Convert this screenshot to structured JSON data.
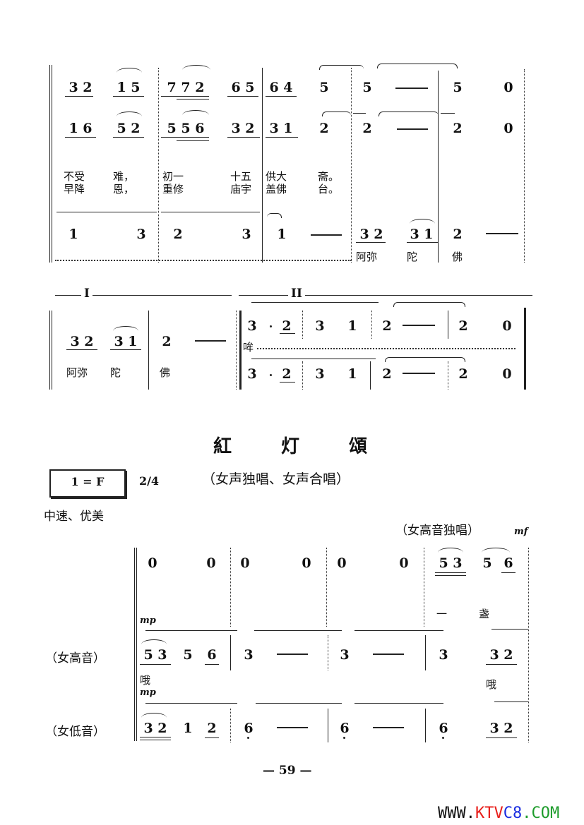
{
  "system1": {
    "row1": [
      "3 2",
      "1 5",
      "7 7 2",
      "6 5",
      "6 4",
      "5",
      "5",
      "—",
      "5",
      "0"
    ],
    "row2": [
      "1 6",
      "5 2",
      "5 5 6",
      "3 2",
      "3 1",
      "2",
      "2",
      "—",
      "2",
      "0"
    ],
    "lyrics_line1": [
      "不受",
      "难，",
      "初一",
      "十五",
      "供大",
      "斋。"
    ],
    "lyrics_line2": [
      "早降",
      "恩，",
      "重修",
      "庙宇",
      "盖佛",
      "台。"
    ],
    "row3": [
      "1",
      "3",
      "2",
      "3",
      "1",
      "—",
      "3 2",
      "3 1",
      "2",
      "—"
    ],
    "row3_lyrics": [
      "阿弥",
      "陀",
      "佛"
    ]
  },
  "system2": {
    "section_I": "I",
    "section_II": "II",
    "left_notes": [
      "3 2",
      "3 1",
      "2",
      "—"
    ],
    "left_lyrics": [
      "阿弥",
      "陀",
      "佛"
    ],
    "right_upper": [
      "3",
      "·",
      "2",
      "3",
      "1",
      "2",
      "—",
      "2",
      "0"
    ],
    "right_lyric": "哞",
    "right_lower": [
      "3",
      "·",
      "2",
      "3",
      "1",
      "2",
      "—",
      "2",
      "0"
    ]
  },
  "song": {
    "title_chars": [
      "紅",
      "灯",
      "頌"
    ],
    "subtitle": "（女声独唱、女声合唱）",
    "key": "1 = F",
    "time": "2/4",
    "tempo": "中速、优美",
    "solo_label": "（女高音独唱）",
    "solo_dynamic": "mf"
  },
  "system3": {
    "solo_row": [
      "0",
      "0",
      "0",
      "0",
      "0",
      "0",
      "5 3",
      "5",
      "6"
    ],
    "solo_lyric": "一",
    "solo_lyric2": "盏",
    "dyn_mp_1": "mp",
    "dyn_mp_2": "mp",
    "voice_soprano": "（女高音）",
    "voice_alto": "（女低音）",
    "soprano_row": [
      "5 3",
      "5",
      "6",
      "3",
      "—",
      "3",
      "—",
      "3",
      "3 2"
    ],
    "soprano_lyric": "哦",
    "soprano_lyric2": "哦",
    "alto_row": [
      "3 2",
      "1",
      "2",
      "6",
      "—",
      "6",
      "—",
      "6",
      "3 2"
    ]
  },
  "footer": {
    "page_number": "— 59 —",
    "watermark_prefix": "WWW.",
    "watermark_k": "KTV",
    "watermark_c8": "C8",
    "watermark_suffix": ".COM",
    "colors": {
      "red": "#e8201c",
      "blue": "#1a2de0",
      "green": "#1e9c2c",
      "black": "#111111"
    }
  }
}
